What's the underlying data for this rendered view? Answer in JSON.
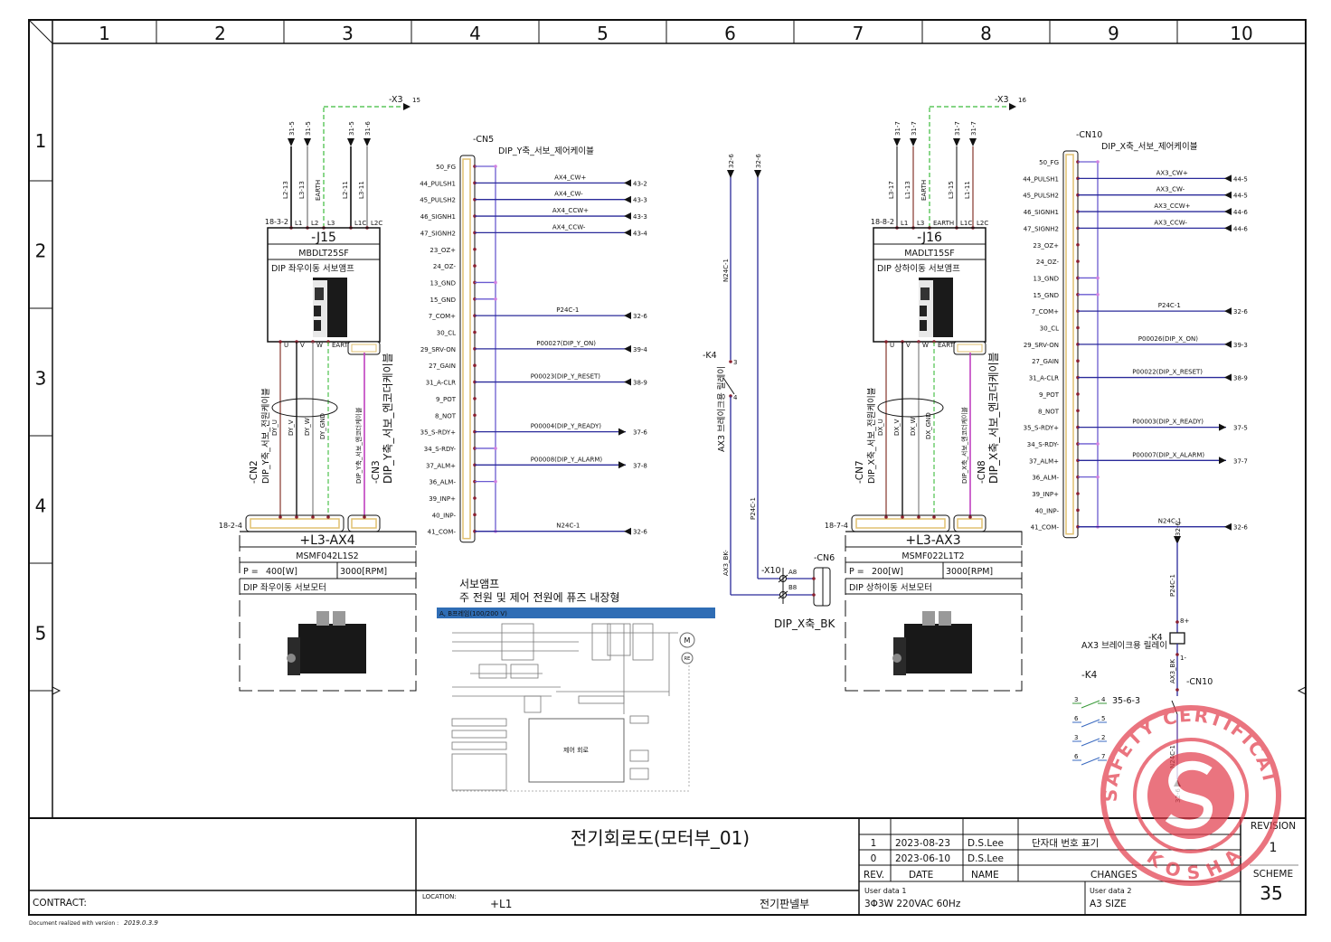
{
  "header": {
    "columns": [
      "1",
      "2",
      "3",
      "4",
      "5",
      "6",
      "7",
      "8",
      "9",
      "10"
    ],
    "rows": [
      "1",
      "2",
      "3",
      "4",
      "5"
    ]
  },
  "colors": {
    "wire_blue": "#2a2a9a",
    "bus_blue": "#6a5ad0",
    "earth_green": "#3cbc3c",
    "encoder_magenta": "#c040c0",
    "brown": "#7a2418",
    "connector_yellow": "#f0d890",
    "stamp_red": "#e2404e",
    "blue_bar": "#2f6db5"
  },
  "cn5": {
    "tag": "-CN5",
    "cable": "DIP_Y축_서보_제어케이블",
    "pins": [
      "50_FG",
      "44_PULSH1",
      "45_PULSH2",
      "46_SIGNH1",
      "47_SIGNH2",
      "23_OZ+",
      "24_OZ-",
      "13_GND",
      "15_GND",
      "7_COM+",
      "30_CL",
      "29_SRV-ON",
      "27_GAIN",
      "31_A-CLR",
      "9_POT",
      "8_NOT",
      "35_S-RDY+",
      "34_S-RDY-",
      "37_ALM+",
      "36_ALM-",
      "39_INP+",
      "40_INP-",
      "41_COM-"
    ],
    "bus_pins": [
      0,
      7,
      8,
      17,
      19,
      22
    ],
    "signals": [
      {
        "pin": 1,
        "label": "AX4_CW+",
        "ref": "43-2",
        "dir": "in"
      },
      {
        "pin": 2,
        "label": "AX4_CW-",
        "ref": "43-3",
        "dir": "in"
      },
      {
        "pin": 3,
        "label": "AX4_CCW+",
        "ref": "43-3",
        "dir": "in"
      },
      {
        "pin": 4,
        "label": "AX4_CCW-",
        "ref": "43-4",
        "dir": "in"
      },
      {
        "pin": 9,
        "label": "P24C-1",
        "ref": "32-6",
        "dir": "in"
      },
      {
        "pin": 11,
        "label": "P00027(DIP_Y_ON)",
        "ref": "39-4",
        "dir": "in"
      },
      {
        "pin": 13,
        "label": "P00023(DIP_Y_RESET)",
        "ref": "38-9",
        "dir": "in"
      },
      {
        "pin": 16,
        "label": "P00004(DIP_Y_READY)",
        "ref": "37-6",
        "dir": "out"
      },
      {
        "pin": 18,
        "label": "P00008(DIP_Y_ALARM)",
        "ref": "37-8",
        "dir": "out"
      },
      {
        "pin": 22,
        "label": "N24C-1",
        "ref": "32-6",
        "dir": "in"
      }
    ]
  },
  "cn10": {
    "tag": "-CN10",
    "cable": "DIP_X축_서보_제어케이블",
    "pins": [
      "50_FG",
      "44_PULSH1",
      "45_PULSH2",
      "46_SIGNH1",
      "47_SIGNH2",
      "23_OZ+",
      "24_OZ-",
      "13_GND",
      "15_GND",
      "7_COM+",
      "30_CL",
      "29_SRV-ON",
      "27_GAIN",
      "31_A-CLR",
      "9_POT",
      "8_NOT",
      "35_S-RDY+",
      "34_S-RDY-",
      "37_ALM+",
      "36_ALM-",
      "39_INP+",
      "40_INP-",
      "41_COM-"
    ],
    "bus_pins": [
      0,
      7,
      8,
      17,
      19,
      22
    ],
    "signals": [
      {
        "pin": 1,
        "label": "AX3_CW+",
        "ref": "44-5",
        "dir": "in"
      },
      {
        "pin": 2,
        "label": "AX3_CW-",
        "ref": "44-5",
        "dir": "in"
      },
      {
        "pin": 3,
        "label": "AX3_CCW+",
        "ref": "44-6",
        "dir": "in"
      },
      {
        "pin": 4,
        "label": "AX3_CCW-",
        "ref": "44-6",
        "dir": "in"
      },
      {
        "pin": 9,
        "label": "P24C-1",
        "ref": "32-6",
        "dir": "in"
      },
      {
        "pin": 11,
        "label": "P00026(DIP_X_ON)",
        "ref": "39-3",
        "dir": "in"
      },
      {
        "pin": 13,
        "label": "P00022(DIP_X_RESET)",
        "ref": "38-9",
        "dir": "in"
      },
      {
        "pin": 16,
        "label": "P00003(DIP_X_READY)",
        "ref": "37-5",
        "dir": "out"
      },
      {
        "pin": 18,
        "label": "P00007(DIP_X_ALARM)",
        "ref": "37-7",
        "dir": "out"
      },
      {
        "pin": 22,
        "label": "N24C-1",
        "ref": "32-6",
        "dir": "in"
      }
    ]
  },
  "amps": [
    {
      "tag": "-J15",
      "model": "MBDLT25SF",
      "desc": "DIP 좌우이동 서보앰프",
      "terminal": "18-3-2",
      "top_pins": [
        "L1",
        "L2",
        "L3",
        "L1C",
        "L2C"
      ],
      "wire_labels": [
        "L2-13",
        "L3-13",
        "EARTH",
        "L2-11",
        "L3-11"
      ],
      "refs": [
        "31-5",
        "31-5",
        "31-5",
        "31-6"
      ],
      "bottom_pins": [
        "U",
        "V",
        "W",
        "EARTH"
      ],
      "earth_tag": "-X3",
      "earth_num": "15",
      "power_tag": "-CN2",
      "power_name": "DIP_Y축_서보_전원케이블",
      "power_wires": [
        "DY_U",
        "DY_V",
        "DY_W",
        "DY_GND"
      ],
      "enc_tag": "-CN3",
      "enc_name": "DIP_Y축_서보_엔코더케이블",
      "enc_small": "DIP_Y축_서보_엔코더케이블",
      "motor": {
        "terminal": "18-2-4",
        "tag": "+L3-AX4",
        "model": "MSMF042L1S2",
        "p_label": "P =",
        "power": "400[W]",
        "speed": "3000[RPM]",
        "desc": "DIP 좌우이동 서보모터"
      }
    },
    {
      "tag": "-J16",
      "model": "MADLT15SF",
      "desc": "DIP 상하이동 서보앰프",
      "terminal": "18-8-2",
      "top_pins": [
        "L1",
        "L3",
        "EARTH",
        "L1C",
        "L2C"
      ],
      "wire_labels": [
        "L3-17",
        "L1-13",
        "EARTH",
        "L3-15",
        "L1-11"
      ],
      "refs": [
        "31-7",
        "31-7",
        "31-7",
        "31-7"
      ],
      "bottom_pins": [
        "U",
        "V",
        "W",
        "EARTH"
      ],
      "earth_tag": "-X3",
      "earth_num": "16",
      "power_tag": "-CN7",
      "power_name": "DIP_X축_서보_전원케이블",
      "power_wires": [
        "DX_U",
        "DX_V",
        "DX_W",
        "DX_GND"
      ],
      "enc_tag": "-CN8",
      "enc_name": "DIP_X축_서보_엔코더케이블",
      "enc_small": "DIP_X축_서보_엔코더케이블",
      "motor": {
        "terminal": "18-7-4",
        "tag": "+L3-AX3",
        "model": "MSMF022L1T2",
        "p_label": "P =",
        "power": "200[W]",
        "speed": "3000[RPM]",
        "desc": "DIP 상하이동 서보모터"
      }
    }
  ],
  "brake": {
    "ref1": "32-6",
    "ref2": "32-6",
    "n24": "N24C-1",
    "p24": "P24C-1",
    "bk": "AX3_BK-",
    "k4": "-K4",
    "k4_name": "AX3 브레이크용 릴레이",
    "pin3": "3",
    "pin4": "4",
    "x10": "-X10",
    "a8": "A8",
    "b8": "B8",
    "cn6": "-CN6",
    "cn6_name": "DIP_X축_BK"
  },
  "coil": {
    "ref_top": "32-6",
    "p24": "P24C-1",
    "pin_plus": "8+",
    "tag": "-K4",
    "name": "AX3 브레이크용 릴레이",
    "pin_minus": "1-",
    "bk": "AX3_BK",
    "cn10": "-CN10",
    "n24": "N24C-1",
    "ref_bottom": "32-6",
    "xref_tag": "-K4",
    "contacts": [
      {
        "a": "3",
        "b": "4",
        "xref": "35-6-3"
      },
      {
        "a": "6",
        "b": "5",
        "xref": ""
      },
      {
        "a": "3",
        "b": "2",
        "xref": ""
      },
      {
        "a": "6",
        "b": "7",
        "xref": ""
      }
    ]
  },
  "servo_diagram": {
    "title1": "서보앰프",
    "title2": "주 전원 및 제어 전원에 퓨즈 내장형",
    "bar": "A, B프레임(100/200 V)",
    "control": "제어 회로",
    "motor": "M",
    "encoder": "RE"
  },
  "stamp": {
    "top": "SAFETY CERTIFICATION CENTER",
    "bottom": "KOSHA"
  },
  "title_block": {
    "title": "전기회로도(모터부_01)",
    "contract_label": "CONTRACT:",
    "location_label": "LOCATION:",
    "location": "+L1",
    "location_name": "전기판넬부",
    "revisions": [
      {
        "rev": "1",
        "date": "2023-08-23",
        "name": "D.S.Lee",
        "change": "단자대 번호 표기"
      },
      {
        "rev": "0",
        "date": "2023-06-10",
        "name": "D.S.Lee",
        "change": ""
      }
    ],
    "headers": {
      "rev": "REV.",
      "date": "DATE",
      "name": "NAME",
      "changes": "CHANGES"
    },
    "user1_label": "User data 1",
    "user1": "3Φ3W 220VAC 60Hz",
    "user2_label": "User data 2",
    "user2": "A3 SIZE",
    "revision_label": "REVISION",
    "revision": "1",
    "scheme_label": "SCHEME",
    "scheme": "35"
  },
  "footer": {
    "label": "Document realized with version :",
    "version": "2019.0.3.9"
  }
}
